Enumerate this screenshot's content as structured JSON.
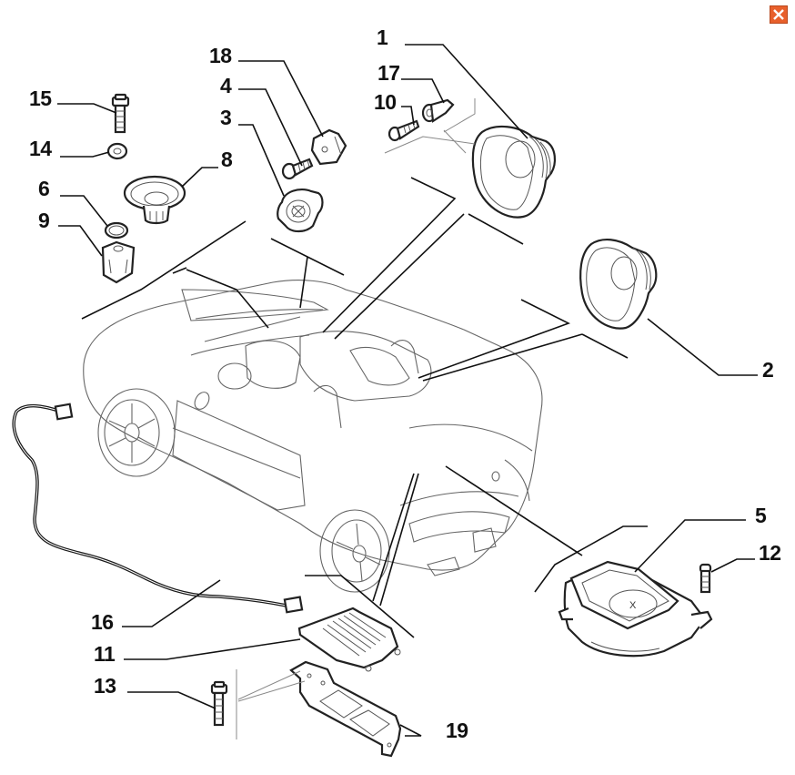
{
  "window": {
    "close_button_label": "Close",
    "close_icon": "close-x-icon",
    "close_color": "#e8602c"
  },
  "diagram": {
    "title": "Audio system parts exploded view",
    "subject": "Convertible car with speaker and amplifier components",
    "callouts": [
      {
        "id": "1",
        "label": "1",
        "part": "front-door-speaker"
      },
      {
        "id": "2",
        "label": "2",
        "part": "rear-speaker"
      },
      {
        "id": "3",
        "label": "3",
        "part": "tweeter"
      },
      {
        "id": "4",
        "label": "4",
        "part": "screw"
      },
      {
        "id": "5",
        "label": "5",
        "part": "subwoofer"
      },
      {
        "id": "6",
        "label": "6",
        "part": "washer"
      },
      {
        "id": "8",
        "label": "8",
        "part": "dashboard-speaker"
      },
      {
        "id": "9",
        "label": "9",
        "part": "clip-nut"
      },
      {
        "id": "10",
        "label": "10",
        "part": "screw"
      },
      {
        "id": "11",
        "label": "11",
        "part": "amplifier"
      },
      {
        "id": "12",
        "label": "12",
        "part": "screw"
      },
      {
        "id": "13",
        "label": "13",
        "part": "bolt"
      },
      {
        "id": "14",
        "label": "14",
        "part": "nut"
      },
      {
        "id": "15",
        "label": "15",
        "part": "bolt"
      },
      {
        "id": "16",
        "label": "16",
        "part": "wiring-harness"
      },
      {
        "id": "17",
        "label": "17",
        "part": "expansion-rivet"
      },
      {
        "id": "18",
        "label": "18",
        "part": "bracket-clip"
      },
      {
        "id": "19",
        "label": "19",
        "part": "amplifier-bracket"
      }
    ],
    "subwoofer_mark": "X"
  }
}
